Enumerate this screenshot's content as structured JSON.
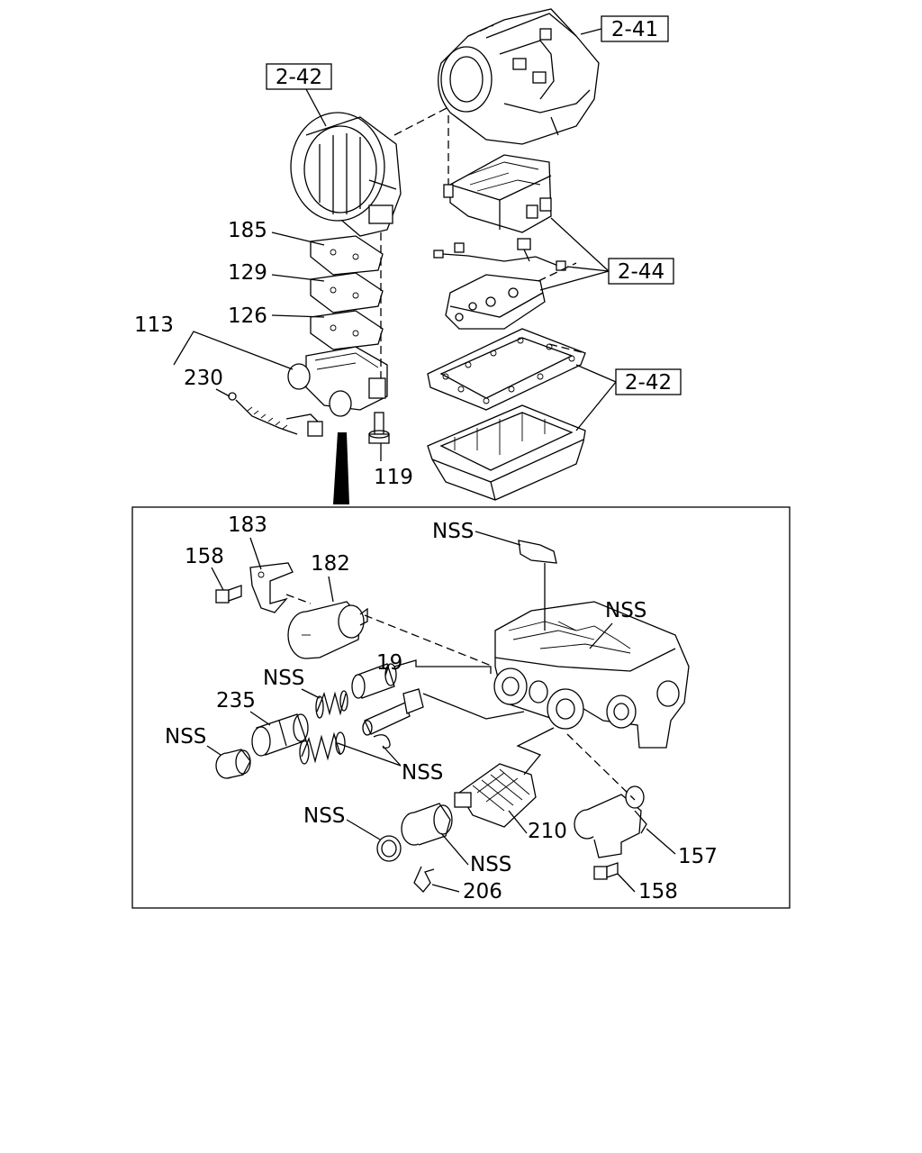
{
  "callouts": {
    "ref_2_41": "2-41",
    "ref_2_42_top": "2-42",
    "ref_2_44": "2-44",
    "ref_2_42_right": "2-42",
    "p185": "185",
    "p129": "129",
    "p126": "126",
    "p113": "113",
    "p230": "230",
    "p119": "119",
    "p183": "183",
    "p158_top": "158",
    "p182": "182",
    "nss_plate": "NSS",
    "nss_body": "NSS",
    "p19": "19",
    "nss_spring": "NSS",
    "p235": "235",
    "nss_plug": "NSS",
    "nss_clip": "NSS",
    "nss_oring": "NSS",
    "p210": "210",
    "nss_valve": "NSS",
    "p157": "157",
    "p206": "206",
    "p158_bottom": "158"
  }
}
